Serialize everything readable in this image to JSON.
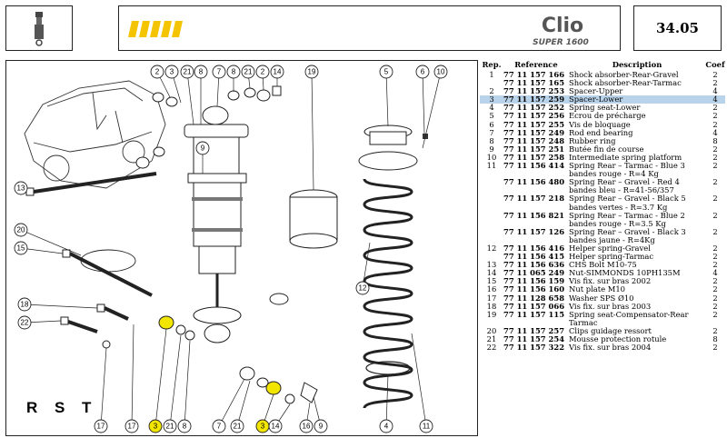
{
  "header": {
    "page_code": "34.05",
    "logo_word": "Clio",
    "logo_sub": "SUPER 1600"
  },
  "diagram": {
    "section_label": "R S T",
    "callouts": [
      {
        "n": "2",
        "yellow": false
      },
      {
        "n": "3",
        "yellow": false
      },
      {
        "n": "21",
        "yellow": false
      },
      {
        "n": "8",
        "yellow": false
      },
      {
        "n": "7",
        "yellow": false
      },
      {
        "n": "8",
        "yellow": false
      },
      {
        "n": "21",
        "yellow": false
      },
      {
        "n": "2",
        "yellow": false
      },
      {
        "n": "14",
        "yellow": false
      },
      {
        "n": "19",
        "yellow": false
      },
      {
        "n": "5",
        "yellow": false
      },
      {
        "n": "6",
        "yellow": false
      },
      {
        "n": "10",
        "yellow": false
      },
      {
        "n": "9",
        "yellow": false
      },
      {
        "n": "13",
        "yellow": false
      },
      {
        "n": "20",
        "yellow": false
      },
      {
        "n": "15",
        "yellow": false
      },
      {
        "n": "18",
        "yellow": false
      },
      {
        "n": "22",
        "yellow": false
      },
      {
        "n": "12",
        "yellow": false
      },
      {
        "n": "11",
        "yellow": false
      },
      {
        "n": "17",
        "yellow": false
      },
      {
        "n": "17",
        "yellow": false
      },
      {
        "n": "3",
        "yellow": true
      },
      {
        "n": "21",
        "yellow": false
      },
      {
        "n": "8",
        "yellow": false
      },
      {
        "n": "7",
        "yellow": false
      },
      {
        "n": "21",
        "yellow": false
      },
      {
        "n": "3",
        "yellow": true
      },
      {
        "n": "14",
        "yellow": false
      },
      {
        "n": "16",
        "yellow": false
      },
      {
        "n": "9",
        "yellow": false
      },
      {
        "n": "4",
        "yellow": false
      }
    ]
  },
  "table": {
    "headers": {
      "rep": "Rep.",
      "ref": "Reference",
      "desc": "Description",
      "coef": "Coef"
    },
    "rows": [
      {
        "rep": "1",
        "ref": "77 11 157 166",
        "desc": "Shock absorber-Rear-Gravel",
        "coef": "2",
        "hl": false
      },
      {
        "rep": "",
        "ref": "77 11 157 165",
        "desc": "Shock absorber-Rear-Tarmac",
        "coef": "2",
        "hl": false
      },
      {
        "rep": "2",
        "ref": "77 11 157 253",
        "desc": "Spacer-Upper",
        "coef": "4",
        "hl": false
      },
      {
        "rep": "3",
        "ref": "77 11 157 259",
        "desc": "Spacer-Lower",
        "coef": "4",
        "hl": true
      },
      {
        "rep": "4",
        "ref": "77 11 157 252",
        "desc": "Spring seat-Lower",
        "coef": "2",
        "hl": false
      },
      {
        "rep": "5",
        "ref": "77 11 157 256",
        "desc": "Ecrou de précharge",
        "coef": "2",
        "hl": false
      },
      {
        "rep": "6",
        "ref": "77 11 157 255",
        "desc": "Vis de bloquage",
        "coef": "2",
        "hl": false
      },
      {
        "rep": "7",
        "ref": "77 11 157 249",
        "desc": "Rod end bearing",
        "coef": "4",
        "hl": false
      },
      {
        "rep": "8",
        "ref": "77 11 157 248",
        "desc": "Rubber ring",
        "coef": "8",
        "hl": false
      },
      {
        "rep": "9",
        "ref": "77 11 157 251",
        "desc": "Butée fin de course",
        "coef": "2",
        "hl": false
      },
      {
        "rep": "10",
        "ref": "77 11 157 258",
        "desc": "Intermediate spring platform",
        "coef": "2",
        "hl": false
      },
      {
        "rep": "11",
        "ref": "77 11 156 414",
        "desc": "Spring Rear – Tarmac - Blue 3 bandes rouge - R=4 Kg",
        "coef": "2",
        "hl": false
      },
      {
        "rep": "",
        "ref": "77 11 156 480",
        "desc": "Spring Rear – Gravel - Red 4 bandes bleu - R=41-56/357",
        "coef": "2",
        "hl": false
      },
      {
        "rep": "",
        "ref": "77 11 157 218",
        "desc": "Spring Rear – Gravel - Black 5 bandes vertes - R=3.7 Kg",
        "coef": "2",
        "hl": false
      },
      {
        "rep": "",
        "ref": "77 11 156 821",
        "desc": "Spring Rear – Tarmac - Blue 2 bandes rouge - R=3.5 Kg",
        "coef": "2",
        "hl": false
      },
      {
        "rep": "",
        "ref": "77 11 157 126",
        "desc": "Spring Rear – Gravel - Black 3 bandes jaune - R=4Kg",
        "coef": "2",
        "hl": false
      },
      {
        "rep": "12",
        "ref": "77 11 156 416",
        "desc": "Helper spring-Gravel",
        "coef": "2",
        "hl": false
      },
      {
        "rep": "",
        "ref": "77 11 156 415",
        "desc": "Helper spring-Tarmac",
        "coef": "2",
        "hl": false
      },
      {
        "rep": "13",
        "ref": "77 11 156 636",
        "desc": "CHS Bolt M10-75",
        "coef": "2",
        "hl": false
      },
      {
        "rep": "14",
        "ref": "77 11 065 249",
        "desc": "Nut-SIMMONDS 10PH135M",
        "coef": "4",
        "hl": false
      },
      {
        "rep": "15",
        "ref": "77 11 156 159",
        "desc": "Vis fix. sur bras 2002",
        "coef": "2",
        "hl": false
      },
      {
        "rep": "16",
        "ref": "77 11 156 160",
        "desc": "Nut plate M10",
        "coef": "2",
        "hl": false
      },
      {
        "rep": "17",
        "ref": "77 11 128 658",
        "desc": "Washer SPS Ø10",
        "coef": "2",
        "hl": false
      },
      {
        "rep": "18",
        "ref": "77 11 157 066",
        "desc": "Vis fix. sur bras 2003",
        "coef": "2",
        "hl": false
      },
      {
        "rep": "19",
        "ref": "77 11 157 115",
        "desc": "Spring seat-Compensator-Rear Tarmac",
        "coef": "2",
        "hl": false
      },
      {
        "rep": "20",
        "ref": "77 11 157 257",
        "desc": "Clips guidage ressort",
        "coef": "2",
        "hl": false
      },
      {
        "rep": "21",
        "ref": "77 11 157 254",
        "desc": "Mousse protection rotule",
        "coef": "8",
        "hl": false
      },
      {
        "rep": "22",
        "ref": "77 11 157 322",
        "desc": "Vis fix. sur bras 2004",
        "coef": "2",
        "hl": false
      }
    ]
  },
  "colors": {
    "highlight": "#b9d3ea",
    "callout_yellow": "#f2e500",
    "logo_yellow": "#f5c400"
  },
  "icons": [
    "shock-absorber-icon",
    "clio-logo",
    "car-sketch",
    "shock-absorber-assembly",
    "coil-spring",
    "bolt"
  ]
}
